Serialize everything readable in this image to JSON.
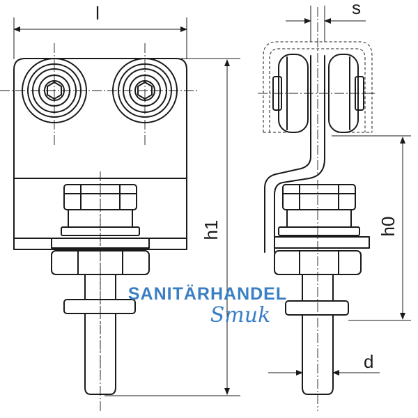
{
  "dimensions": {
    "length": "l",
    "height_total": "h1",
    "height_zero": "h0",
    "gap": "s",
    "diameter": "d"
  },
  "watermark": {
    "line1": "SANITÄRHANDEL",
    "line2": "Smuk",
    "color": "#3a7fc4"
  },
  "colors": {
    "stroke": "#1a1a1a",
    "background": "#ffffff"
  }
}
